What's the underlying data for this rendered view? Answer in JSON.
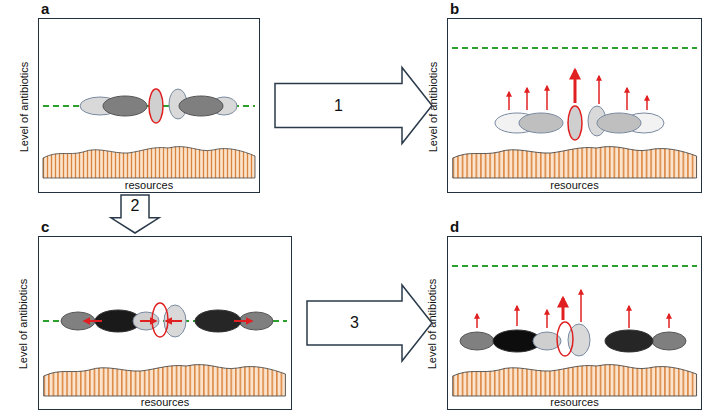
{
  "diagram": {
    "nodes": [
      {
        "text": [
          "a",
          "Level of antibiotics",
          "resources"
        ]
      },
      {
        "text": [
          "b",
          "Level of antibiotics",
          "resources"
        ]
      },
      {
        "text": [
          "c",
          "Level of antibiotics",
          "resources"
        ]
      },
      {
        "text": [
          "d",
          "Level of antibiotics",
          "resources"
        ]
      }
    ],
    "edges": [
      {
        "from": 0,
        "to": 1,
        "arrow": "to",
        "label": "1"
      },
      {
        "from": 0,
        "to": 2,
        "arrow": "to",
        "label": "2"
      },
      {
        "from": 2,
        "to": 3,
        "arrow": "to",
        "label": "3"
      }
    ]
  }
}
